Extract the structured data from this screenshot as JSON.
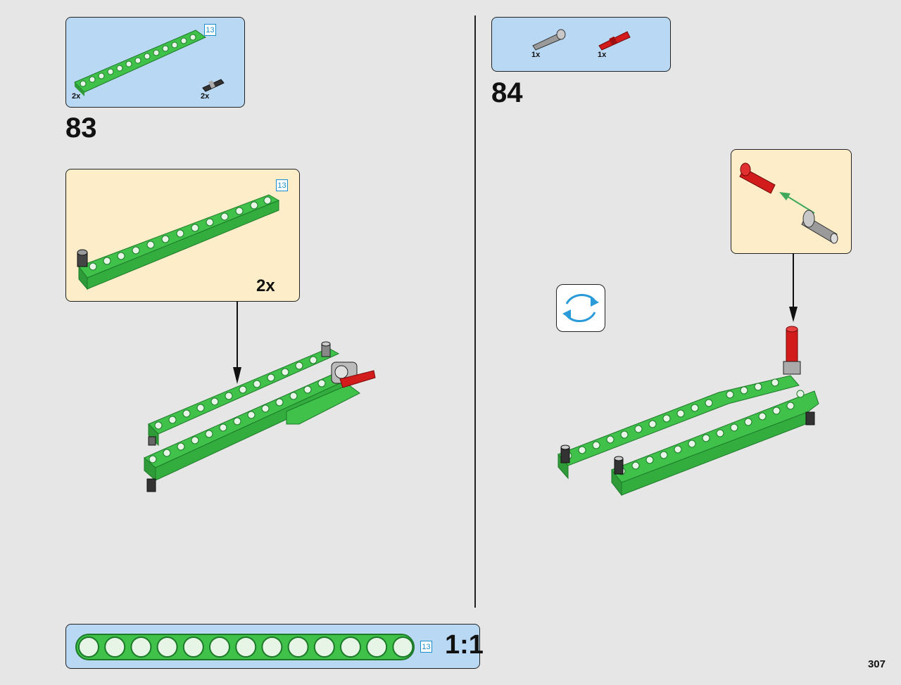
{
  "page": {
    "number": "307"
  },
  "step83": {
    "number": "83",
    "parts": [
      {
        "name": "green-beam-13",
        "qty": "2x"
      },
      {
        "name": "black-pin",
        "qty": "2x"
      }
    ],
    "parts_badge": "13",
    "callout_badge": "13",
    "callout_qty": "2x"
  },
  "step84": {
    "number": "84",
    "parts": [
      {
        "name": "grey-axle-pin",
        "qty": "1x"
      },
      {
        "name": "red-axle-pin",
        "qty": "1x"
      }
    ],
    "rotate_icon": "rotate-arrows-icon"
  },
  "scale_bar": {
    "badge": "13",
    "label": "1:1",
    "holes": 13
  },
  "colors": {
    "beam_green": "#3fc14a",
    "beam_dark": "#1c7a28",
    "callout_blue": "#b9d8f3",
    "callout_cream": "#fdeec9",
    "accent_red": "#d21b1b",
    "badge_blue": "#1a8fd0"
  }
}
